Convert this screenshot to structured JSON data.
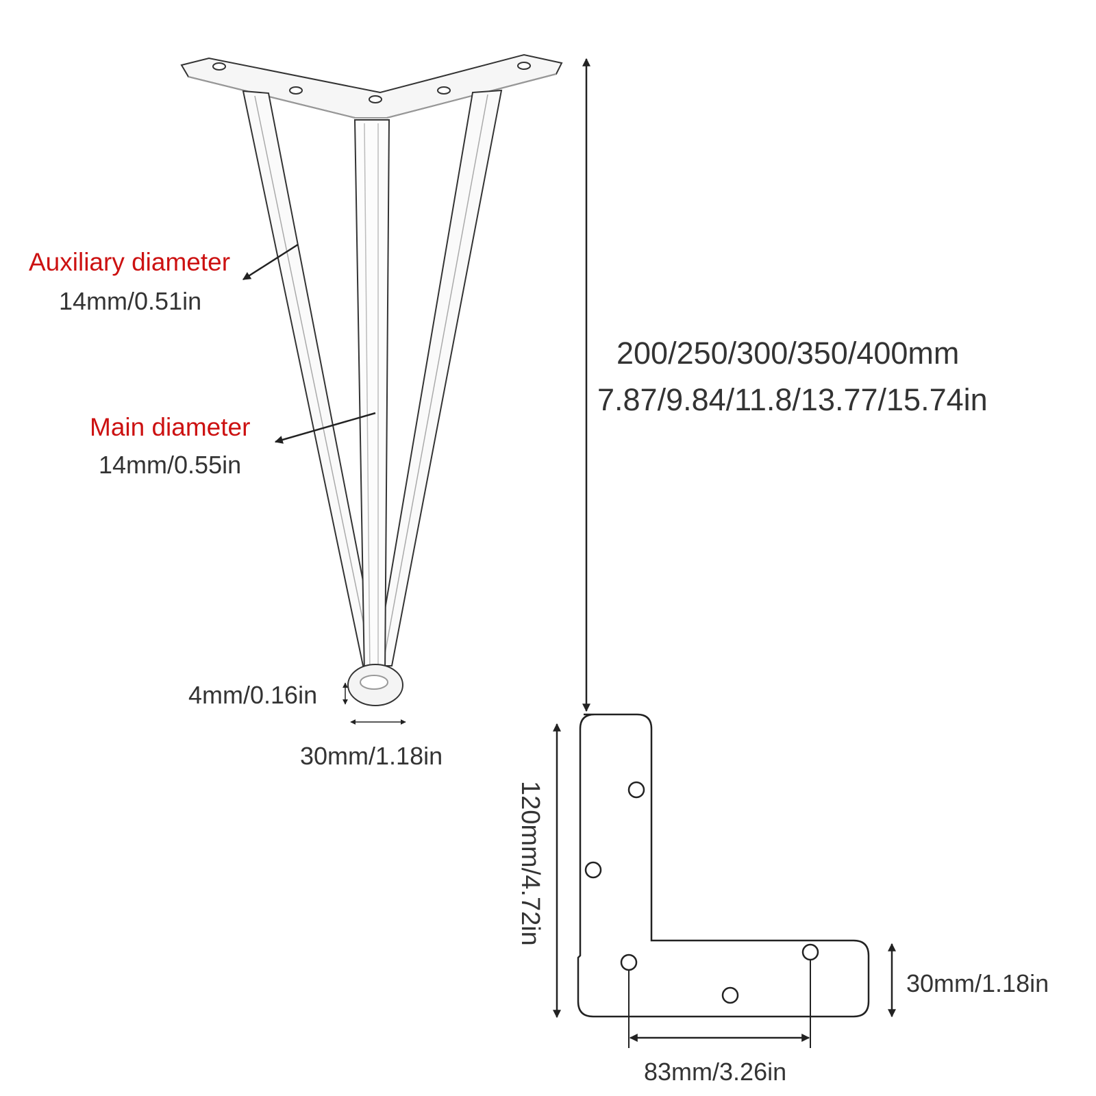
{
  "labels": {
    "auxiliary_title": "Auxiliary diameter",
    "auxiliary_value": "14mm/0.51in",
    "main_title": "Main diameter",
    "main_value": "14mm/0.55in",
    "height_mm": "200/250/300/350/400mm",
    "height_in": "7.87/9.84/11.8/13.77/15.74in",
    "foot_thickness": "4mm/0.16in",
    "foot_width": "30mm/1.18in",
    "plate_length": "120mm/4.72in",
    "plate_width": "30mm/1.18in",
    "hole_spacing": "83mm/3.26in"
  },
  "colors": {
    "highlight": "#cc1111",
    "text": "#333333",
    "line": "#222222"
  }
}
